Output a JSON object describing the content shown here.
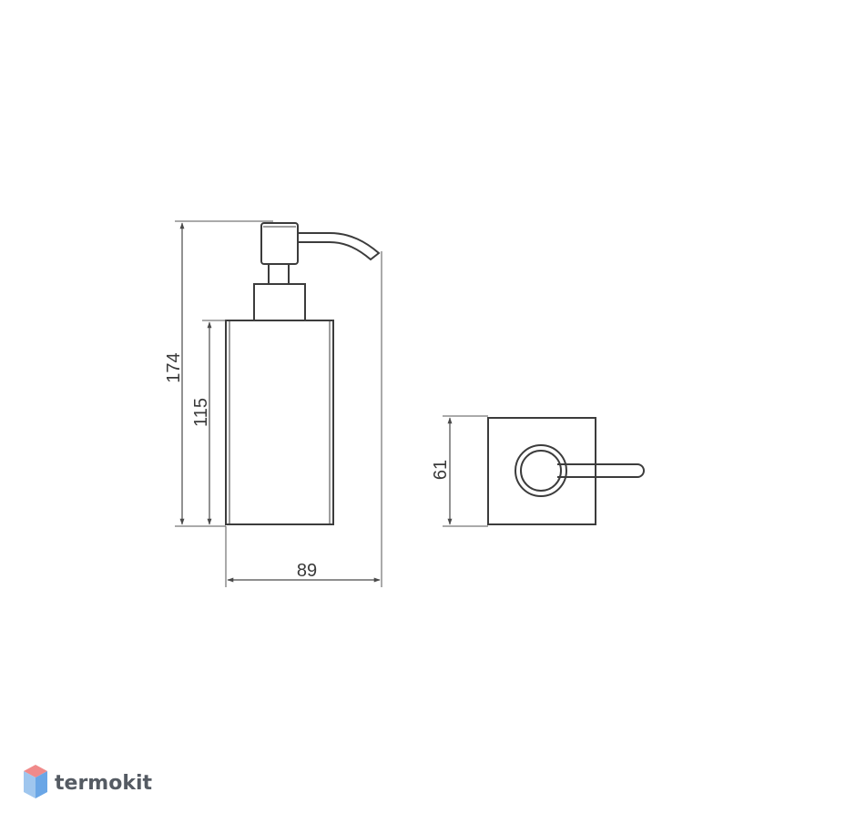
{
  "drawing": {
    "dimensions": {
      "total_height": "174",
      "body_height": "115",
      "total_width": "89",
      "depth": "61"
    }
  },
  "brand": {
    "logo_text": "termokit",
    "logo_colors": {
      "top": "#f08a8a",
      "left": "#9fc6ee",
      "right": "#6aa6e6",
      "front": "#b9d7f5"
    }
  }
}
